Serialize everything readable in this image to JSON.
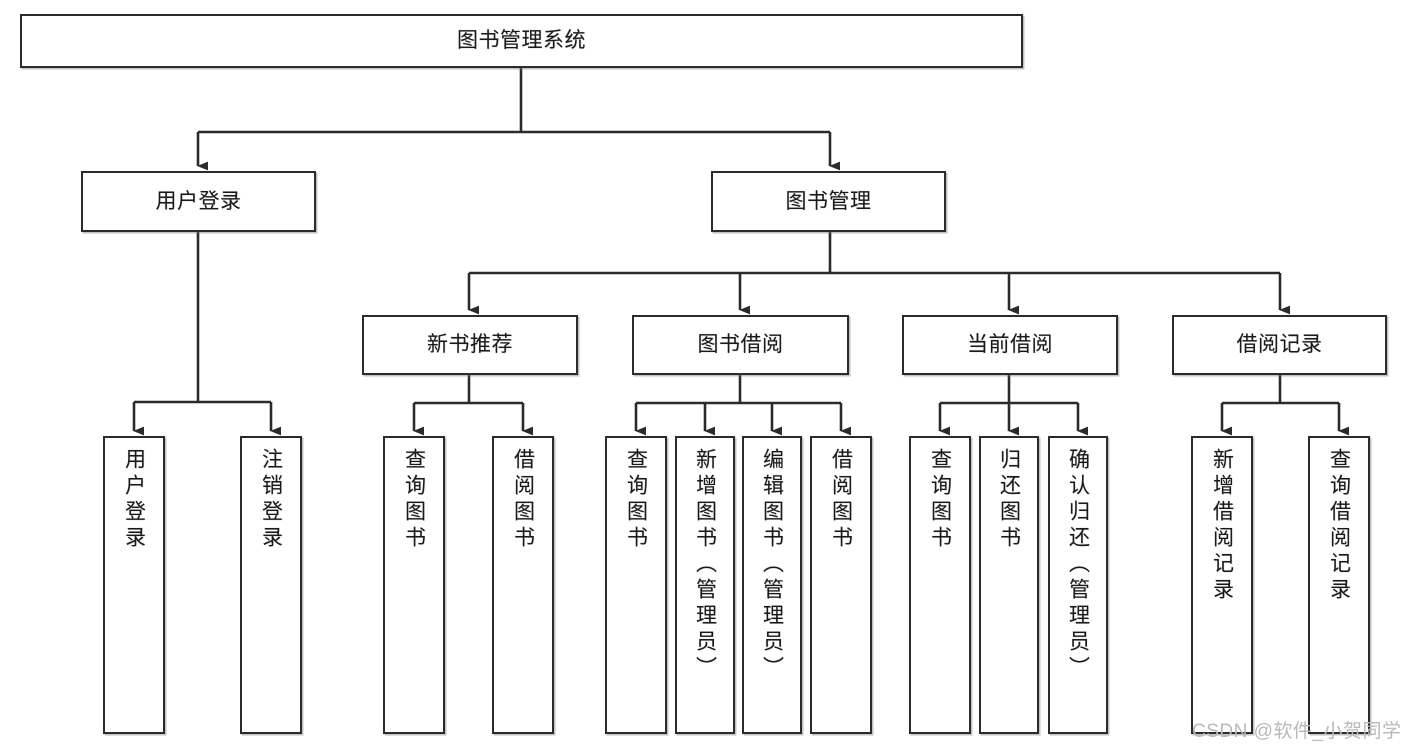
{
  "diagram": {
    "type": "tree-hierarchy-chart",
    "title": "图书管理系统",
    "orientation": "top-down",
    "line_color": "#2b2b2b",
    "box_fill": "#ffffff",
    "text_color": "#1a1a1a"
  },
  "root": {
    "label": "图书管理系统"
  },
  "level2": [
    {
      "id": "user-login",
      "label": "用户登录"
    },
    {
      "id": "book-management",
      "label": "图书管理"
    }
  ],
  "level3": [
    {
      "id": "new-book-recommend",
      "label": "新书推荐"
    },
    {
      "id": "book-borrow",
      "label": "图书借阅"
    },
    {
      "id": "current-borrow",
      "label": "当前借阅"
    },
    {
      "id": "borrow-record",
      "label": "借阅记录"
    }
  ],
  "leaves": {
    "user_login": [
      {
        "id": "leaf-user-login",
        "label": "用户登录"
      },
      {
        "id": "leaf-logout-login",
        "label": "注销登录"
      }
    ],
    "new_book_recommend": [
      {
        "id": "leaf-query-book-1",
        "label": "查询图书"
      },
      {
        "id": "leaf-borrow-book-1",
        "label": "借阅图书"
      }
    ],
    "book_borrow": [
      {
        "id": "leaf-query-book-2",
        "label": "查询图书"
      },
      {
        "id": "leaf-add-book-admin",
        "label": "新增图书（管理员）"
      },
      {
        "id": "leaf-edit-book-admin",
        "label": "编辑图书（管理员）"
      },
      {
        "id": "leaf-borrow-book-2",
        "label": "借阅图书"
      }
    ],
    "current_borrow": [
      {
        "id": "leaf-query-book-3",
        "label": "查询图书"
      },
      {
        "id": "leaf-return-book",
        "label": "归还图书"
      },
      {
        "id": "leaf-confirm-return-admin",
        "label": "确认归还（管理员）"
      }
    ],
    "borrow_record": [
      {
        "id": "leaf-add-borrow-record",
        "label": "新增借阅记录"
      },
      {
        "id": "leaf-query-borrow-record",
        "label": "查询借阅记录"
      }
    ]
  },
  "watermark": {
    "text": "CSDN @软件_小贺同学"
  }
}
